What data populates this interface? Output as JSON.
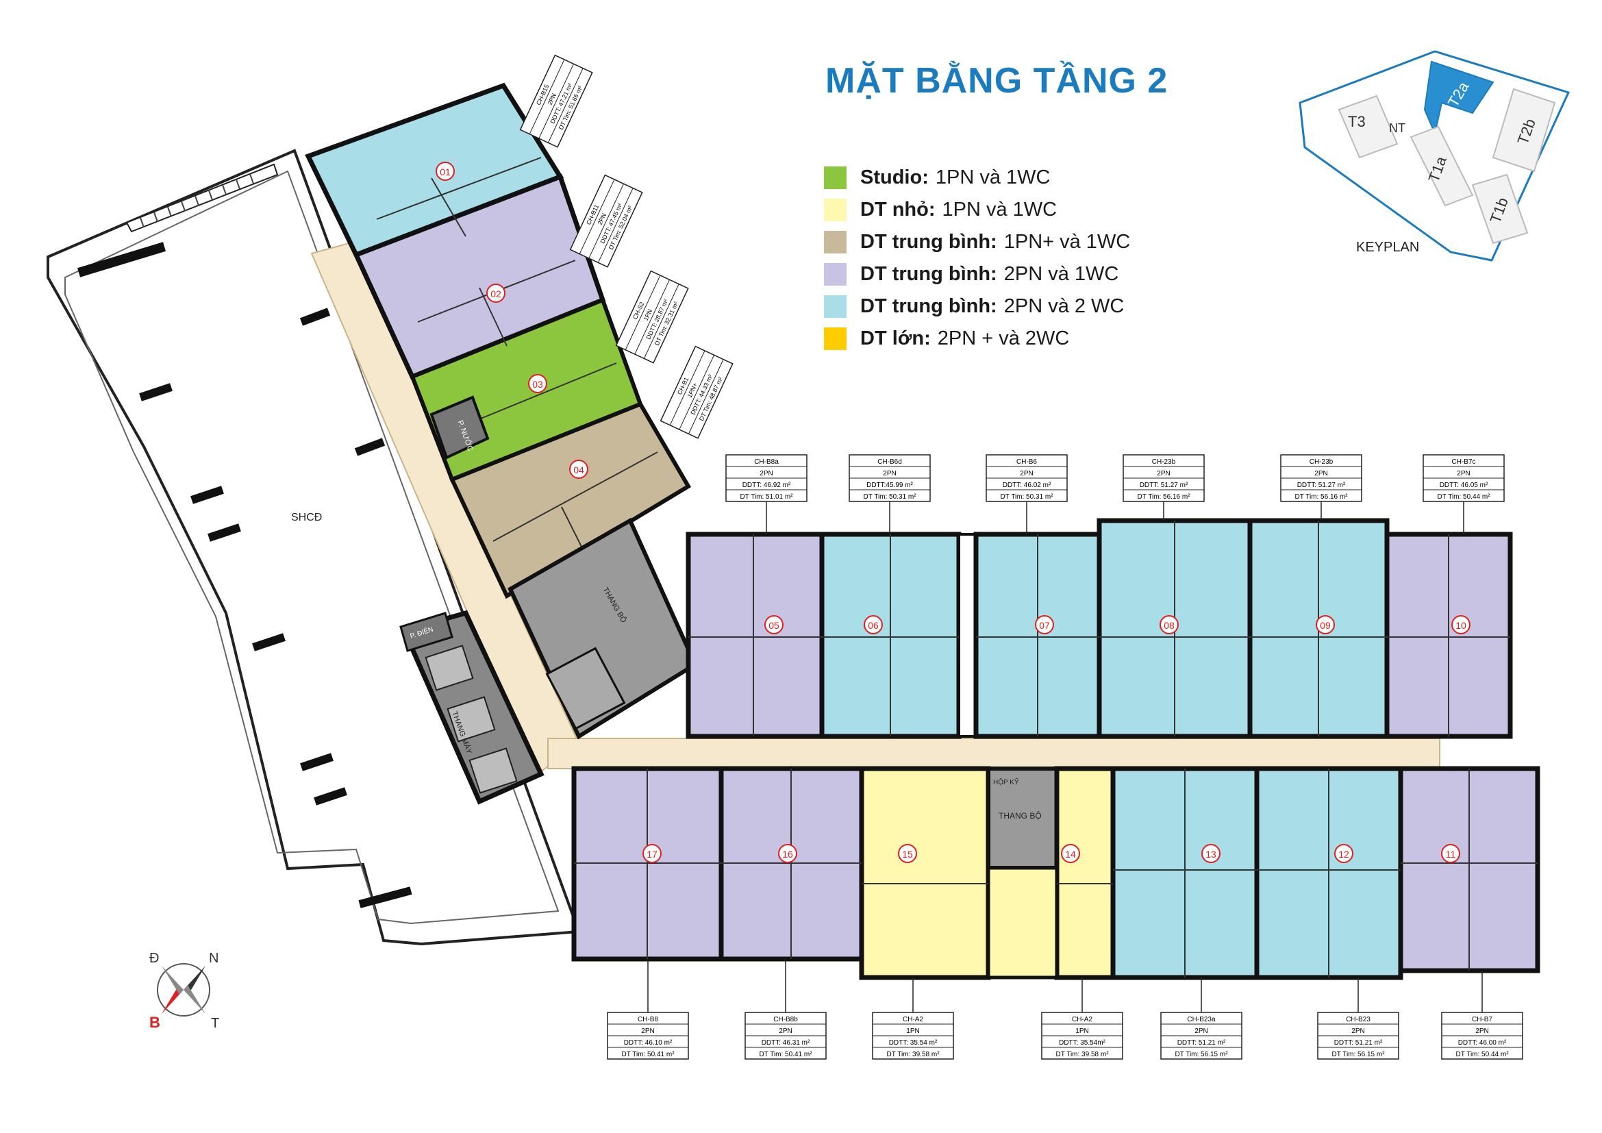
{
  "title": "MẶT BẰNG TẦNG 2",
  "colors": {
    "studio": "#8cc63f",
    "small": "#fff9b0",
    "medium_1pn": "#c8b99a",
    "medium_2pn_1wc": "#c9c3e3",
    "medium_2pn_2wc": "#a9dde8",
    "large": "#ffcc00",
    "corridor": "#f6e8cc",
    "wall": "#111111",
    "title": "#1a7bbf",
    "unit_number": "#e02020"
  },
  "legend": [
    {
      "key": "studio",
      "bold": "Studio:",
      "text": "1PN và 1WC"
    },
    {
      "key": "small",
      "bold": "DT nhỏ:",
      "text": "1PN  và 1WC"
    },
    {
      "key": "medium_1pn",
      "bold": "DT trung bình:",
      "text": "1PN+ và 1WC"
    },
    {
      "key": "medium_2pn_1wc",
      "bold": "DT trung bình:",
      "text": "2PN và 1WC"
    },
    {
      "key": "medium_2pn_2wc",
      "bold": "DT trung bình:",
      "text": "2PN và 2 WC"
    },
    {
      "key": "large",
      "bold": "DT lớn:",
      "text": "2PN + và 2WC"
    }
  ],
  "keyplan": {
    "label": "KEYPLAN",
    "blocks": [
      "T3",
      "NT",
      "T2a",
      "T2b",
      "T1a",
      "T1b"
    ]
  },
  "compass": {
    "n": "N",
    "d": "Đ",
    "b": "B",
    "t": "T"
  },
  "rooms": {
    "shcd": "SHCĐ",
    "p_nuoc": "P. NƯỚC",
    "p_dien": "P. ĐIỆN",
    "thang_bo": "THANG BỘ",
    "thang_may": "THANG MÁY",
    "hop_ky_thuat": "HỘP KỸ"
  },
  "units": [
    {
      "num": "01",
      "type": "medium_2pn_2wc"
    },
    {
      "num": "02",
      "type": "medium_2pn_1wc"
    },
    {
      "num": "03",
      "type": "studio"
    },
    {
      "num": "04",
      "type": "medium_1pn"
    },
    {
      "num": "05",
      "type": "medium_2pn_1wc"
    },
    {
      "num": "06",
      "type": "medium_2pn_2wc"
    },
    {
      "num": "07",
      "type": "medium_2pn_2wc"
    },
    {
      "num": "08",
      "type": "medium_2pn_2wc"
    },
    {
      "num": "09",
      "type": "medium_2pn_2wc"
    },
    {
      "num": "10",
      "type": "medium_2pn_1wc"
    },
    {
      "num": "11",
      "type": "medium_2pn_1wc"
    },
    {
      "num": "12",
      "type": "medium_2pn_2wc"
    },
    {
      "num": "13",
      "type": "medium_2pn_2wc"
    },
    {
      "num": "14",
      "type": "small"
    },
    {
      "num": "15",
      "type": "small"
    },
    {
      "num": "16",
      "type": "medium_2pn_1wc"
    },
    {
      "num": "17",
      "type": "medium_2pn_1wc"
    }
  ],
  "labels_left": [
    {
      "code": "CH-B15",
      "rooms": "2PN",
      "ddtt": "DDTT: 47.21 m²",
      "dtt": "DT Tim: 51.66 m²"
    },
    {
      "code": "CH-B11",
      "rooms": "2PN",
      "ddtt": "DDTT: 47.45 m²",
      "dtt": "DT Tim: 52.04 m²"
    },
    {
      "code": "CH-S2",
      "rooms": "1PN",
      "ddtt": "DDTT: 28.87 m²",
      "dtt": "DT Tim: 32.31 m²"
    },
    {
      "code": "CH-B1",
      "rooms": "1PN+",
      "ddtt": "DDTT: 44.33 m²",
      "dtt": "DT Tim: 48.87 m²"
    }
  ],
  "labels_top": [
    {
      "code": "CH-B8a",
      "rooms": "2PN",
      "ddtt": "DDTT: 46.92 m²",
      "dtt": "DT Tim: 51.01 m²"
    },
    {
      "code": "CH-B6d",
      "rooms": "2PN",
      "ddtt": "DDTT:45.99 m²",
      "dtt": "DT Tim: 50.31 m²"
    },
    {
      "code": "CH-B6",
      "rooms": "2PN",
      "ddtt": "DDTT: 46.02 m²",
      "dtt": "DT Tim: 50.31 m²"
    },
    {
      "code": "CH-23b",
      "rooms": "2PN",
      "ddtt": "DDTT: 51.27 m²",
      "dtt": "DT Tim: 56.16 m²"
    },
    {
      "code": "CH-23b",
      "rooms": "2PN",
      "ddtt": "DDTT: 51.27 m²",
      "dtt": "DT Tim: 56.16 m²"
    },
    {
      "code": "CH-B7c",
      "rooms": "2PN",
      "ddtt": "DDTT: 46.05 m²",
      "dtt": "DT Tim: 50.44 m²"
    }
  ],
  "labels_bottom": [
    {
      "code": "CH-B8",
      "rooms": "2PN",
      "ddtt": "DDTT: 46.10 m²",
      "dtt": "DT Tim: 50.41 m²"
    },
    {
      "code": "CH-B8b",
      "rooms": "2PN",
      "ddtt": "DDTT: 46.31 m²",
      "dtt": "DT Tim: 50.41 m²"
    },
    {
      "code": "CH-A2",
      "rooms": "1PN",
      "ddtt": "DDTT: 35.54 m²",
      "dtt": "DT Tim: 39.58 m²"
    },
    {
      "code": "CH-A2",
      "rooms": "1PN",
      "ddtt": "DDTT: 35.54m²",
      "dtt": "DT Tim: 39.58 m²"
    },
    {
      "code": "CH-B23a",
      "rooms": "2PN",
      "ddtt": "DDTT: 51.21 m²",
      "dtt": "DT Tim: 56.15 m²"
    },
    {
      "code": "CH-B23",
      "rooms": "2PN",
      "ddtt": "DDTT: 51.21 m²",
      "dtt": "DT Tim: 56.15 m²"
    },
    {
      "code": "CH-B7",
      "rooms": "2PN",
      "ddtt": "DDTT: 46.00 m²",
      "dtt": "DT Tim: 50.44 m²"
    }
  ]
}
